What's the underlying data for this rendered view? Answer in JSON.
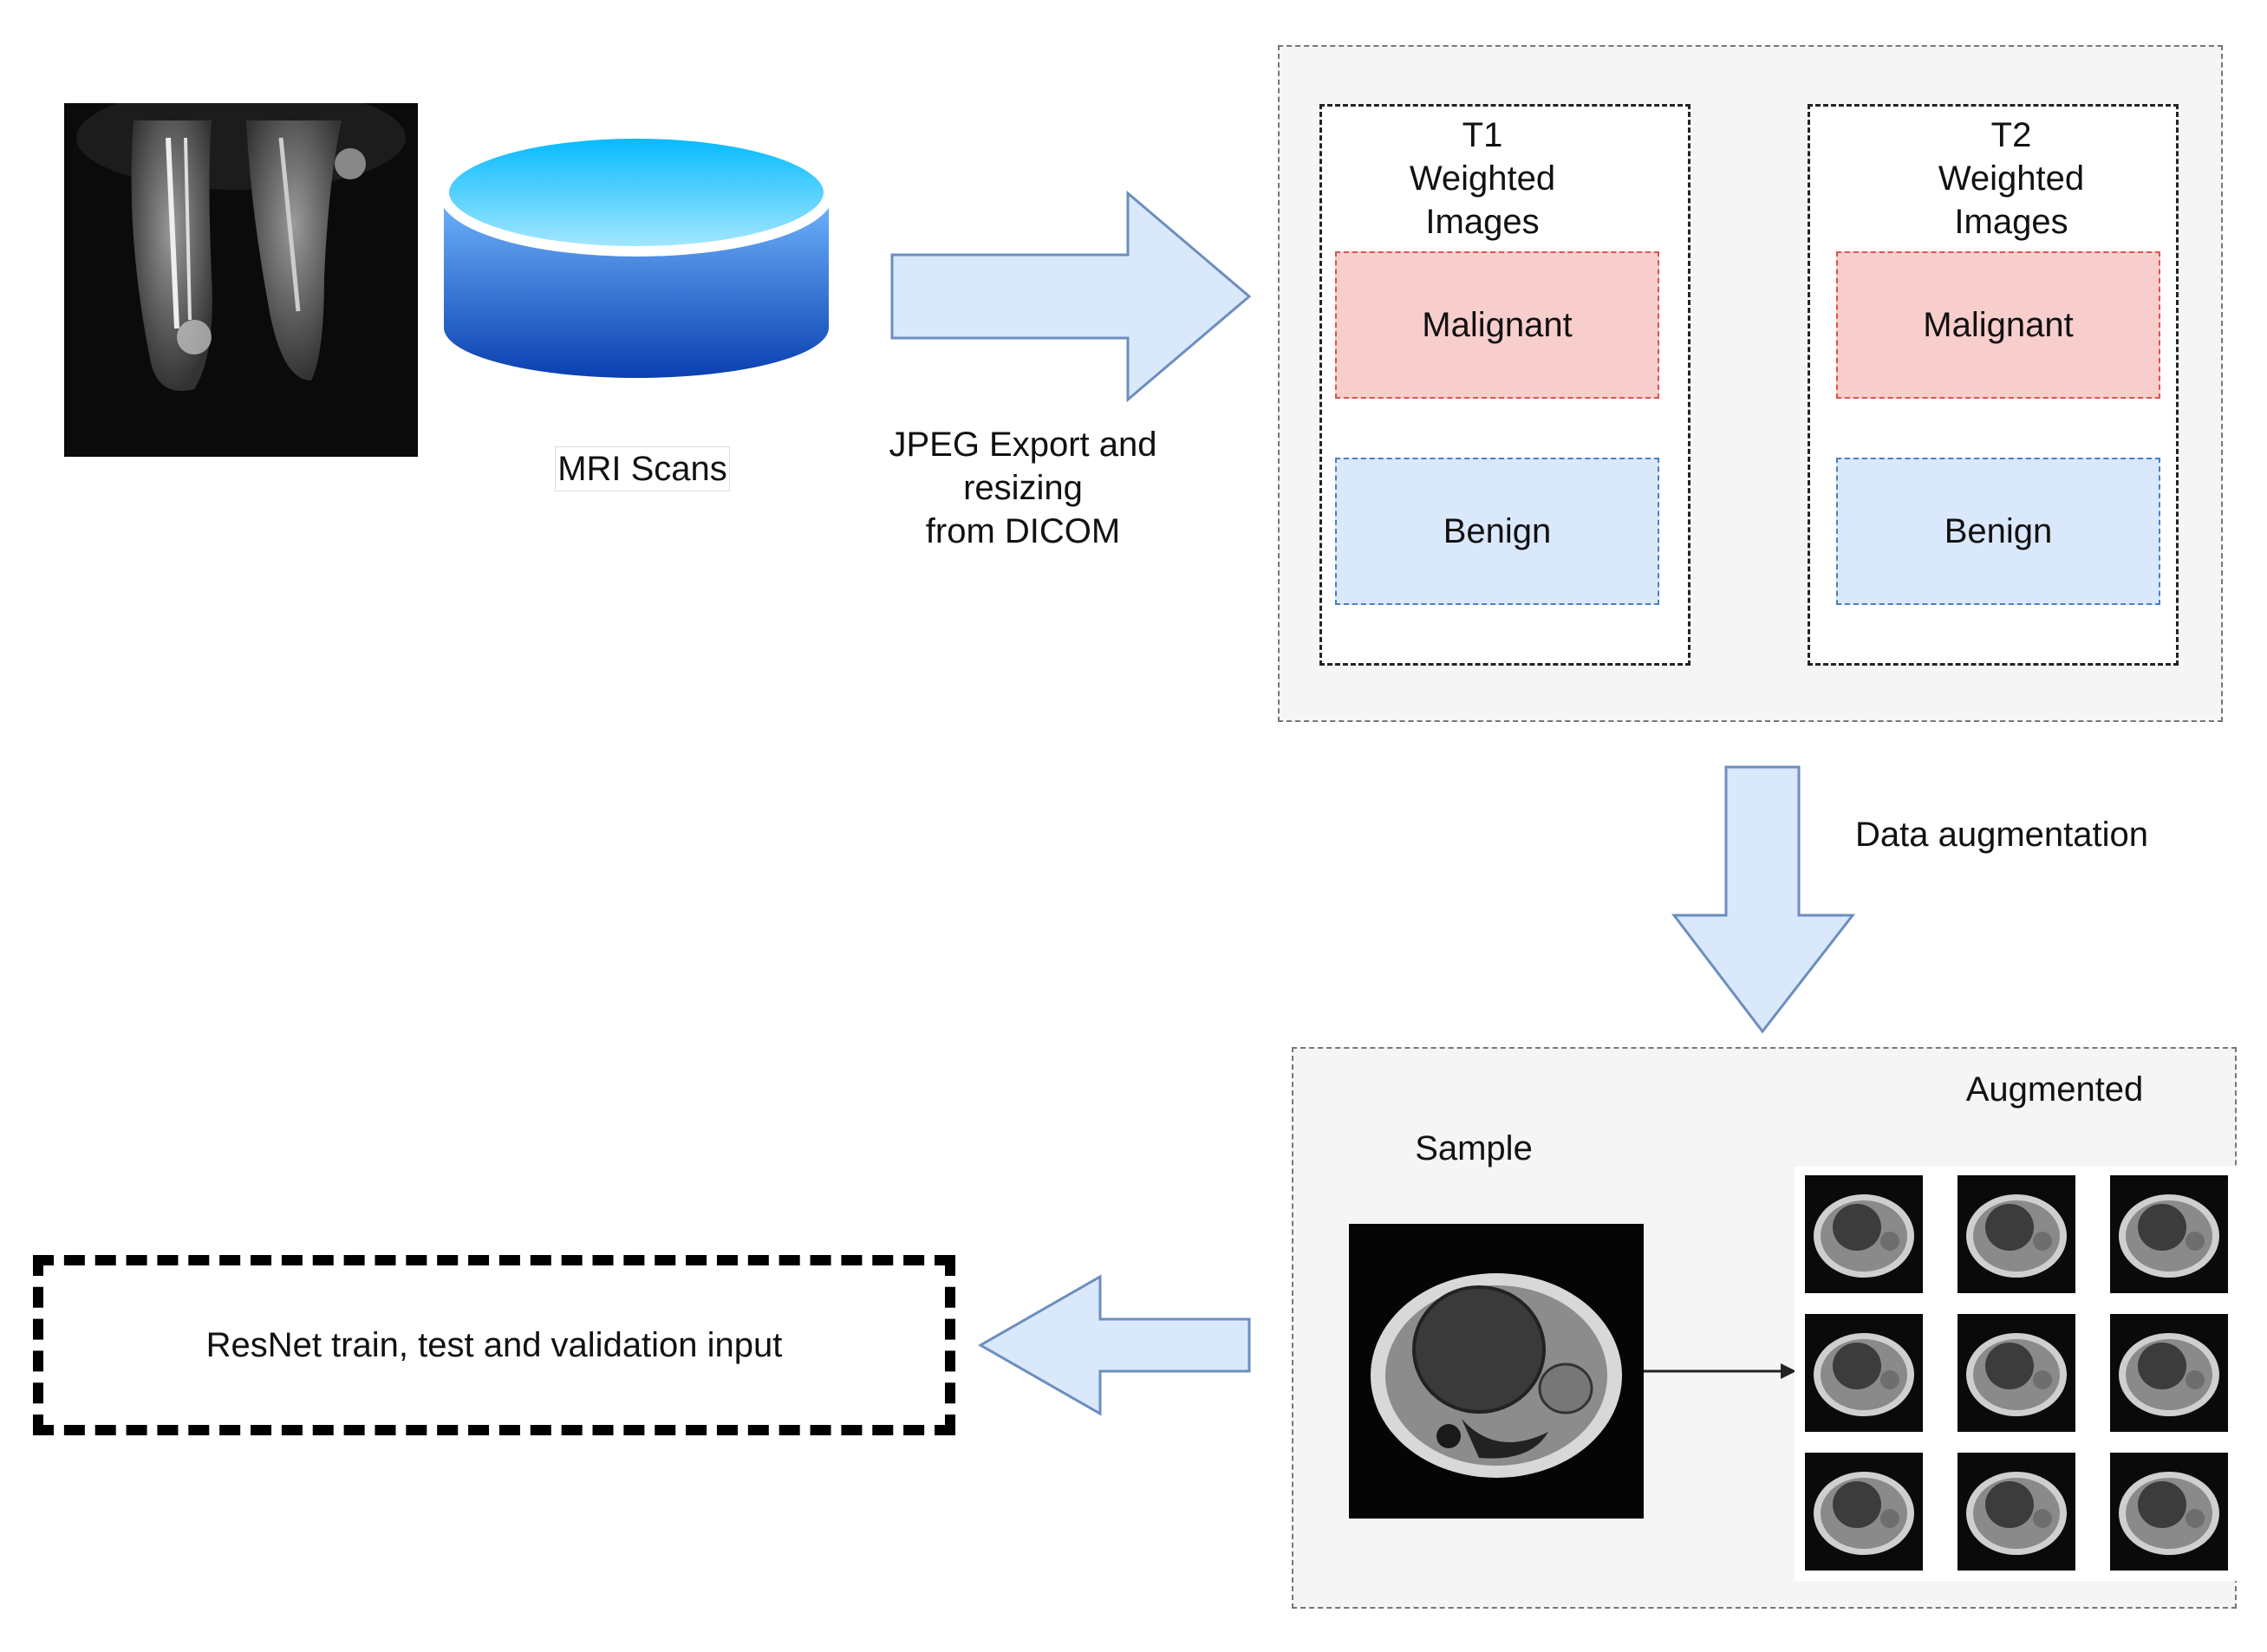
{
  "mri_label": "MRI Scans",
  "export_label": "JPEG Export and\nresizing\nfrom DICOM",
  "dataset": {
    "groups": [
      {
        "title": "T1\nWeighted\nImages",
        "malignant": "Malignant",
        "benign": "Benign"
      },
      {
        "title": "T2\nWeighted\nImages",
        "malignant": "Malignant",
        "benign": "Benign"
      }
    ]
  },
  "augmentation_label": "Data augmentation",
  "augmentation": {
    "sample_title": "Sample",
    "augmented_title": "Augmented"
  },
  "output_label": "ResNet train, test and validation input",
  "colors": {
    "arrow_fill": "#dae8fc",
    "arrow_stroke": "#6c8ebf",
    "malignant_fill": "#f8cecc",
    "benign_fill": "#dae8fc",
    "container_fill": "#f5f5f5"
  }
}
